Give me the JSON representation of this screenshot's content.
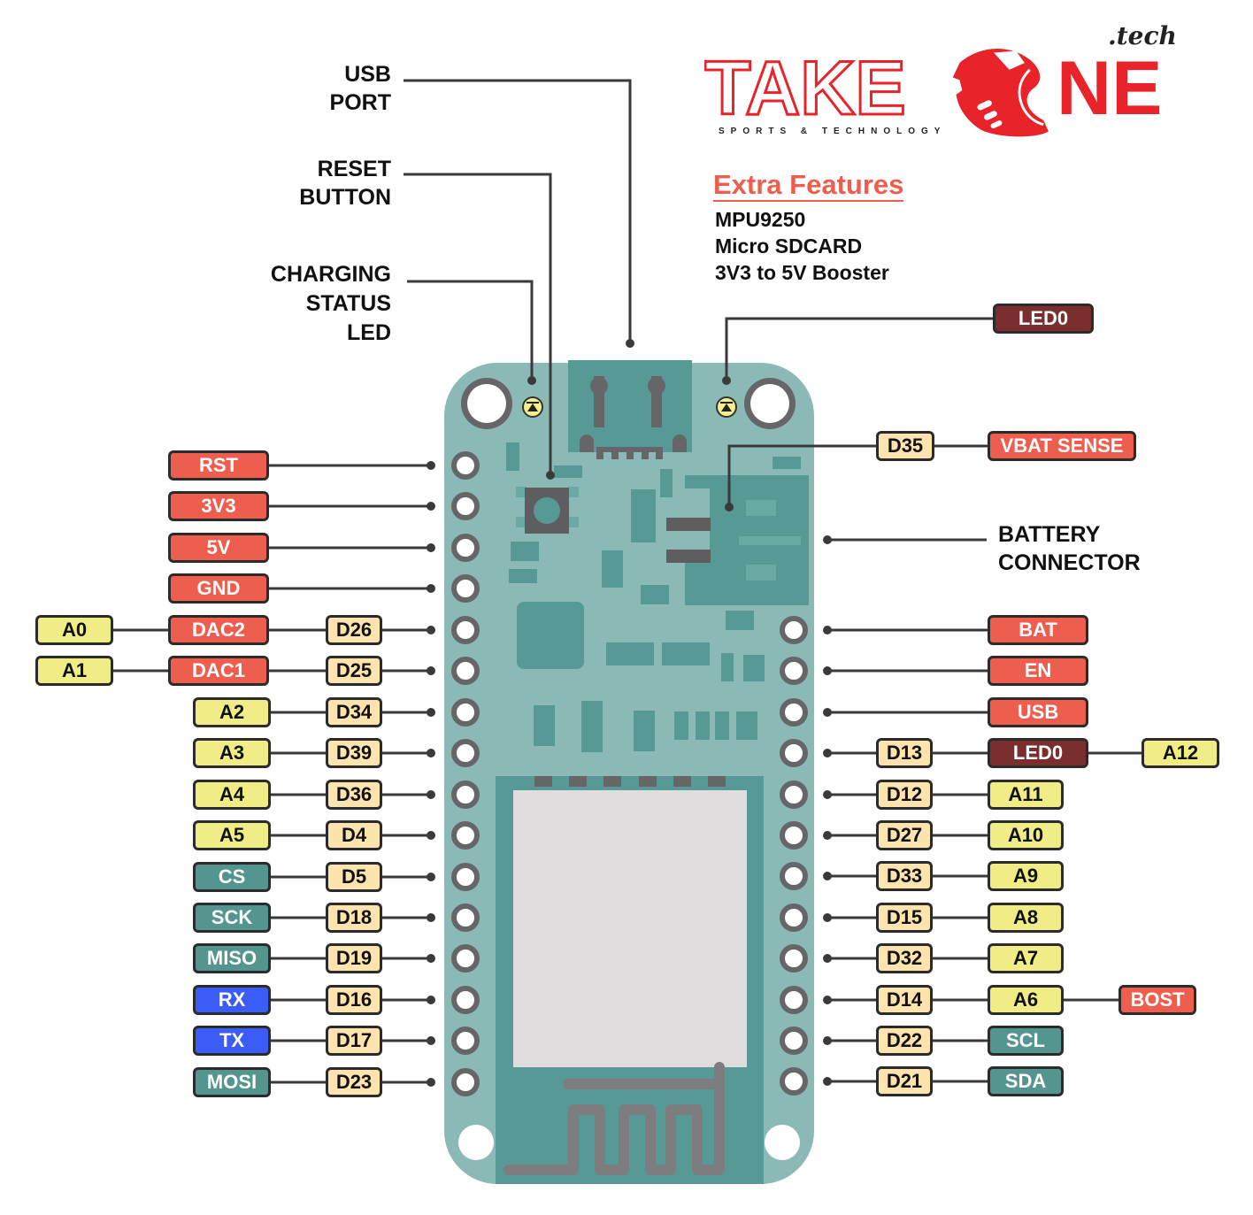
{
  "logo": {
    "brand_outline": "TAKE",
    "brand_solid": "NE",
    "suffix": ".tech",
    "tagline": "SPORTS & TECHNOLOGY",
    "brand_color": "#e8232a"
  },
  "features": {
    "title": "Extra Features",
    "items": [
      "MPU9250",
      "Micro SDCARD",
      "3V3 to 5V Booster"
    ]
  },
  "callouts": {
    "usb_port": "USB\nPORT",
    "reset_button": "RESET\nBUTTON",
    "charging_led": "CHARGING\nSTATUS\nLED",
    "battery_connector": "BATTERY\nCONNECTOR"
  },
  "colors": {
    "power": "#ee5e4e",
    "led": "#7b2e2e",
    "analog": "#f0ec86",
    "digital": "#fde3ae",
    "bus": "#54958f",
    "uart": "#3b5cf5",
    "board": "#8ab9b6",
    "board_dark": "#569995",
    "pad": "#666669",
    "module": "#e0dcdd"
  },
  "top_labels": {
    "led0": "LED0",
    "d35": "D35",
    "vbat_sense": "VBAT SENSE"
  },
  "left_pins": [
    {
      "pin": "RST",
      "type": "power"
    },
    {
      "pin": "3V3",
      "type": "power"
    },
    {
      "pin": "5V",
      "type": "power"
    },
    {
      "pin": "GND",
      "type": "power"
    },
    {
      "gpio": "D26",
      "alt": "DAC2",
      "alt_type": "power",
      "extra": "A0"
    },
    {
      "gpio": "D25",
      "alt": "DAC1",
      "alt_type": "power",
      "extra": "A1"
    },
    {
      "gpio": "D34",
      "alt": "A2",
      "alt_type": "analog"
    },
    {
      "gpio": "D39",
      "alt": "A3",
      "alt_type": "analog"
    },
    {
      "gpio": "D36",
      "alt": "A4",
      "alt_type": "analog"
    },
    {
      "gpio": "D4",
      "alt": "A5",
      "alt_type": "analog"
    },
    {
      "gpio": "D5",
      "alt": "CS",
      "alt_type": "bus"
    },
    {
      "gpio": "D18",
      "alt": "SCK",
      "alt_type": "bus"
    },
    {
      "gpio": "D19",
      "alt": "MISO",
      "alt_type": "bus"
    },
    {
      "gpio": "D16",
      "alt": "RX",
      "alt_type": "uart"
    },
    {
      "gpio": "D17",
      "alt": "TX",
      "alt_type": "uart"
    },
    {
      "gpio": "D23",
      "alt": "MOSI",
      "alt_type": "bus"
    }
  ],
  "right_pins": [
    {
      "pin": "BAT",
      "type": "power"
    },
    {
      "pin": "EN",
      "type": "power"
    },
    {
      "pin": "USB",
      "type": "power"
    },
    {
      "gpio": "D13",
      "alt": "LED0",
      "alt_type": "led",
      "extra": "A12",
      "extra_type": "analog"
    },
    {
      "gpio": "D12",
      "alt": "A11",
      "alt_type": "analog"
    },
    {
      "gpio": "D27",
      "alt": "A10",
      "alt_type": "analog"
    },
    {
      "gpio": "D33",
      "alt": "A9",
      "alt_type": "analog"
    },
    {
      "gpio": "D15",
      "alt": "A8",
      "alt_type": "analog"
    },
    {
      "gpio": "D32",
      "alt": "A7",
      "alt_type": "analog"
    },
    {
      "gpio": "D14",
      "alt": "A6",
      "alt_type": "analog",
      "extra": "BOST",
      "extra_type": "power"
    },
    {
      "gpio": "D22",
      "alt": "SCL",
      "alt_type": "bus"
    },
    {
      "gpio": "D21",
      "alt": "SDA",
      "alt_type": "bus"
    }
  ]
}
